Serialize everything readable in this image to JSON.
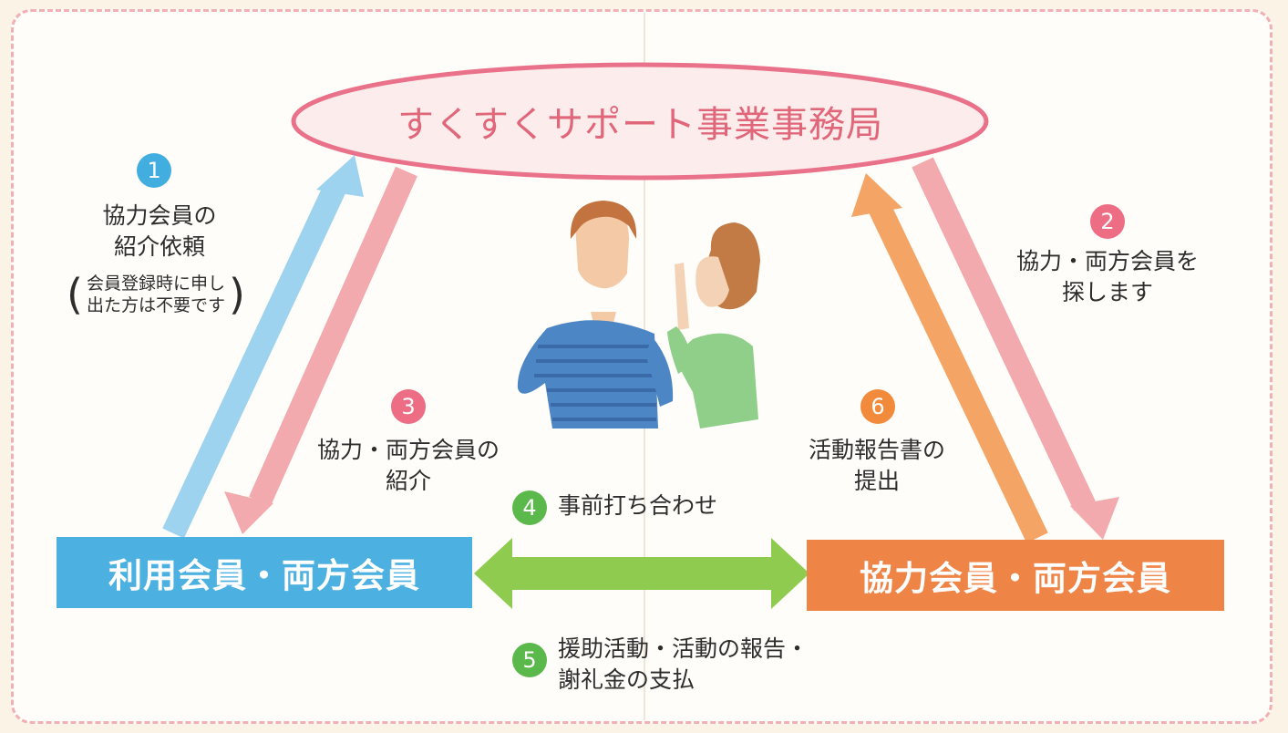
{
  "colors": {
    "hub": "#e9728a",
    "user_box": "#4cb1e0",
    "helper_box": "#ef8447",
    "arrow_blue": "#9ed3ef",
    "arrow_pink": "#f2aaae",
    "arrow_orange": "#f4a565",
    "arrow_green": "#8fcb4f"
  },
  "hub": {
    "title": "すくすくサポート事業事務局"
  },
  "steps": [
    {
      "num": "1",
      "lines": [
        "協力会員の",
        "紹介依頼"
      ],
      "note": [
        "会員登録時に申し",
        "出た方は不要です"
      ]
    },
    {
      "num": "2",
      "lines": [
        "協力・両方会員を",
        "探します"
      ]
    },
    {
      "num": "3",
      "lines": [
        "協力・両方会員の",
        "紹介"
      ]
    },
    {
      "num": "4",
      "lines": [
        "事前打ち合わせ"
      ]
    },
    {
      "num": "5",
      "lines": [
        "援助活動・活動の報告・",
        "謝礼金の支払"
      ]
    },
    {
      "num": "6",
      "lines": [
        "活動報告書の",
        "提出"
      ]
    }
  ],
  "boxes": {
    "user": "利用会員・両方会員",
    "helper": "協力会員・両方会員"
  },
  "illustration": {
    "icon": "people-illustration-icon"
  }
}
